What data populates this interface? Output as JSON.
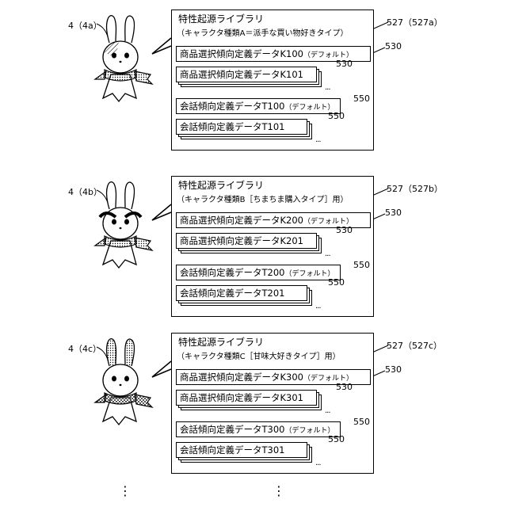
{
  "panels": [
    {
      "character_label": "4（4a）",
      "library_ref": "527（527a）",
      "library_title": "特性起源ライブラリ",
      "library_subtitle": "（キャラクタ種類A＝派手な買い物好きタイプ）",
      "product_default_name": "商品選択傾向定義データK100",
      "product_default_tag": "（デフォルト）",
      "product_default_ref": "530",
      "product_other_name": "商品選択傾向定義データK101",
      "product_other_ref": "530",
      "product_ellipsis": "...",
      "talk_default_name": "会話傾向定義データT100",
      "talk_default_tag": "（デフォルト）",
      "talk_default_ref": "550",
      "talk_other_name": "会話傾向定義データT101",
      "talk_other_ref": "550",
      "talk_ellipsis": "..."
    },
    {
      "character_label": "4（4b）",
      "library_ref": "527（527b）",
      "library_title": "特性起源ライブラリ",
      "library_subtitle": "（キャラクタ種類B［ちまちま購入タイプ］用）",
      "product_default_name": "商品選択傾向定義データK200",
      "product_default_tag": "（デフォルト）",
      "product_default_ref": "530",
      "product_other_name": "商品選択傾向定義データK201",
      "product_other_ref": "530",
      "product_ellipsis": "...",
      "talk_default_name": "会話傾向定義データT200",
      "talk_default_tag": "（デフォルト）",
      "talk_default_ref": "550",
      "talk_other_name": "会話傾向定義データT201",
      "talk_other_ref": "550",
      "talk_ellipsis": "..."
    },
    {
      "character_label": "4（4c）",
      "library_ref": "527（527c）",
      "library_title": "特性起源ライブラリ",
      "library_subtitle": "（キャラクタ種類C［甘味大好きタイプ］用）",
      "product_default_name": "商品選択傾向定義データK300",
      "product_default_tag": "（デフォルト）",
      "product_default_ref": "530",
      "product_other_name": "商品選択傾向定義データK301",
      "product_other_ref": "530",
      "product_ellipsis": "...",
      "talk_default_name": "会話傾向定義データT300",
      "talk_default_tag": "（デフォルト）",
      "talk_default_ref": "550",
      "talk_other_name": "会話傾向定義データT301",
      "talk_other_ref": "550",
      "talk_ellipsis": "..."
    }
  ],
  "continuation_marks": [
    "⋮",
    "⋮"
  ]
}
